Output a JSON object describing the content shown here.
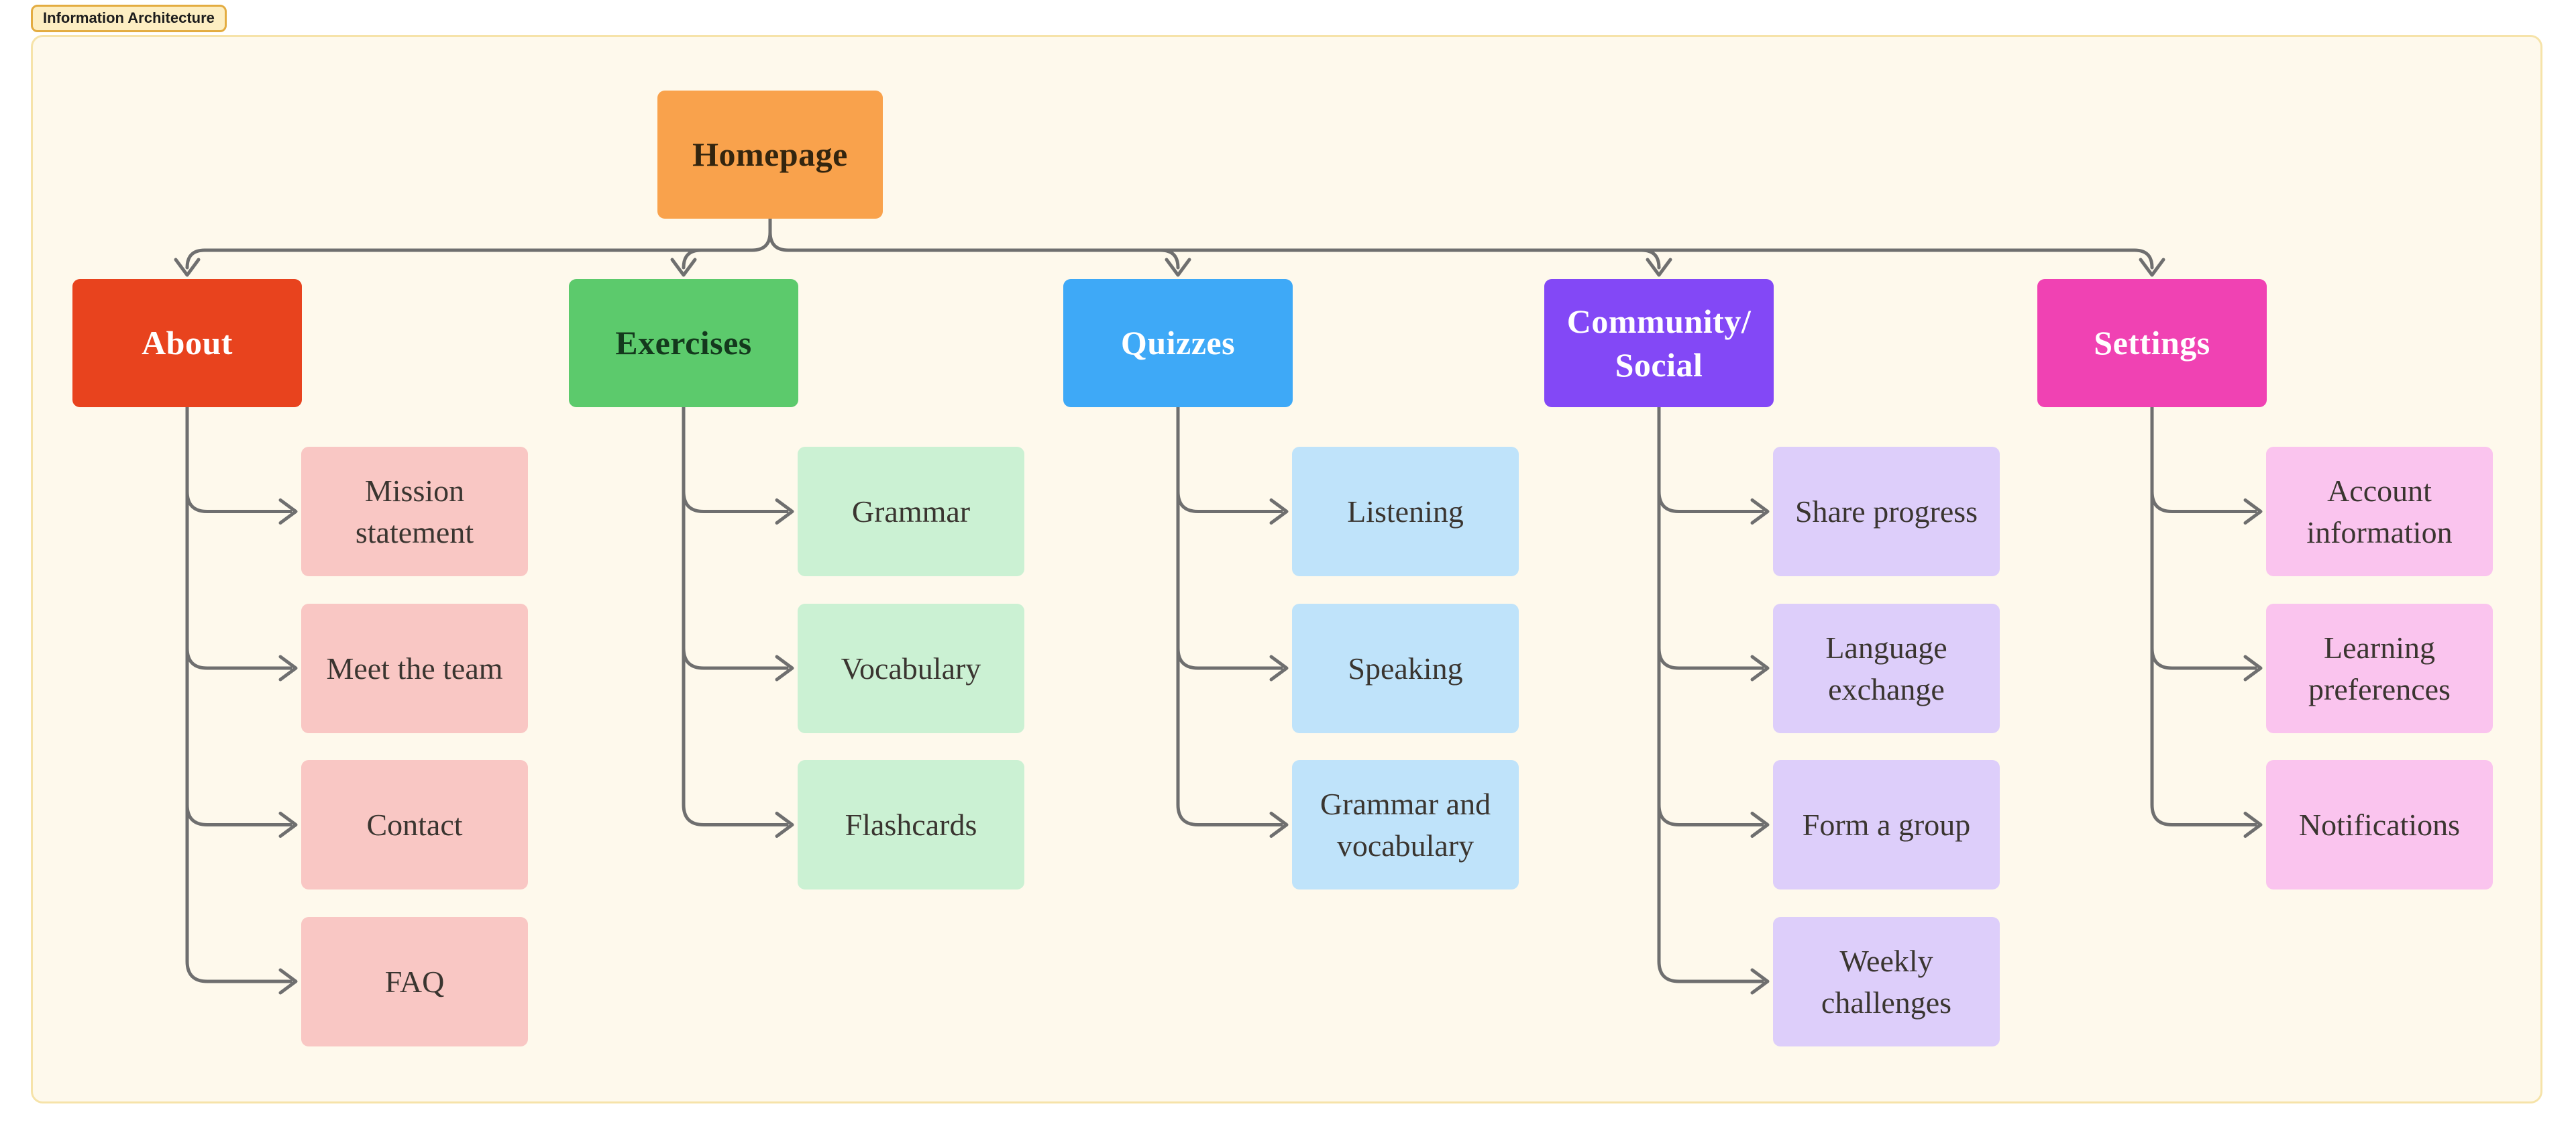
{
  "badge": {
    "label": "Information Architecture",
    "bg": "#FDEEC2",
    "border": "#E3AC41",
    "text_color": "#1D1D1D"
  },
  "board": {
    "bg": "#FEF9EC",
    "border": "#F6E3A9"
  },
  "connectors": {
    "color": "#6F6F6F"
  },
  "tree": {
    "root": {
      "label": "Homepage",
      "fill": "#F9A24C",
      "text_color": "#33250F"
    },
    "child_text_color": "#3A3530",
    "branches": [
      {
        "label": "About",
        "fill": "#E8431E",
        "text_color": "#FFFFFF",
        "child_fill": "#F9C7C4",
        "children": [
          "Mission statement",
          "Meet the team",
          "Contact",
          "FAQ"
        ]
      },
      {
        "label": "Exercises",
        "fill": "#5CCA6C",
        "text_color": "#14391D",
        "child_fill": "#CBF1D3",
        "children": [
          "Grammar",
          "Vocabulary",
          "Flashcards"
        ]
      },
      {
        "label": "Quizzes",
        "fill": "#3EA9F7",
        "text_color": "#FFFFFF",
        "child_fill": "#BFE3FA",
        "children": [
          "Listening",
          "Speaking",
          "Grammar and vocabulary"
        ]
      },
      {
        "label": "Community/\nSocial",
        "fill": "#8348F6",
        "text_color": "#FFFFFF",
        "child_fill": "#DDCEFA",
        "children": [
          "Share progress",
          "Language exchange",
          "Form a group",
          "Weekly challenges"
        ]
      },
      {
        "label": "Settings",
        "fill": "#F042B3",
        "text_color": "#FFFFFF",
        "child_fill": "#FAC4EE",
        "children": [
          "Account information",
          "Learning preferences",
          "Notifications"
        ]
      }
    ]
  }
}
